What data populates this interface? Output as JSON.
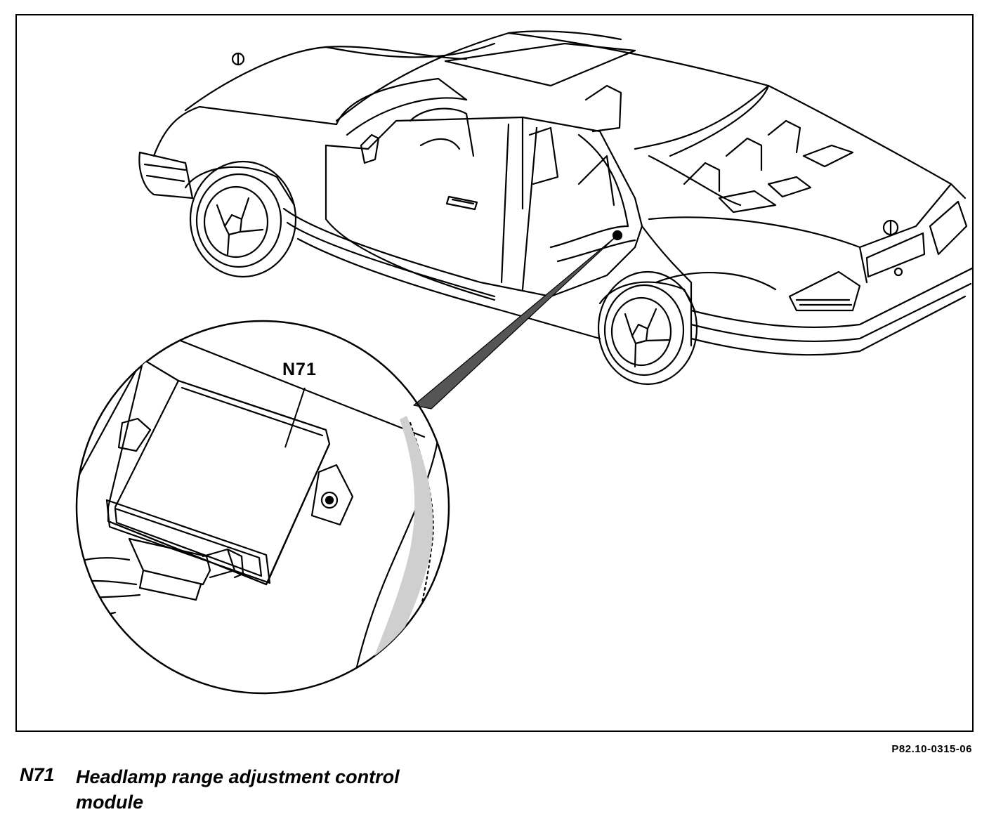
{
  "diagram": {
    "callout_label": "N71",
    "figure_id": "P82.10-0315-06"
  },
  "legend": {
    "items": [
      {
        "code": "N71",
        "description": "Headlamp range adjustment control module"
      }
    ]
  }
}
